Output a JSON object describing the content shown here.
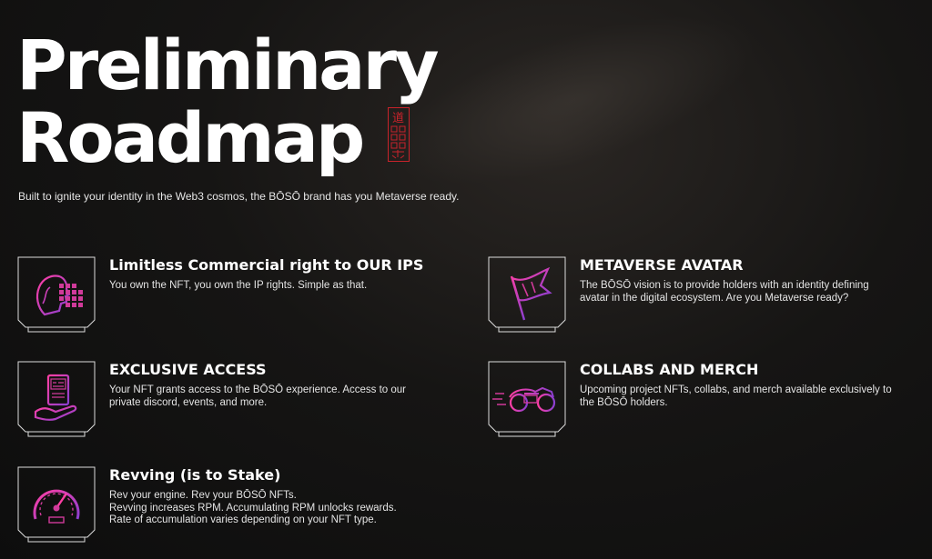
{
  "header": {
    "title_line1": "Preliminary",
    "title_line2": "Roadmap",
    "subtitle": "Built to ignite your identity in the Web3 cosmos, the BŌSŌ brand has you Metaverse ready."
  },
  "seal_text": "道",
  "items": [
    {
      "title": "Limitless Commercial right to OUR IPS",
      "desc": [
        "You own the NFT, you own the IP rights. Simple as that."
      ],
      "icon": "head-grid-icon"
    },
    {
      "title": "METAVERSE AVATAR",
      "desc": [
        "The BŌSŌ vision is to provide holders with an identity defining",
        "avatar in the digital ecosystem. Are you Metaverse ready?"
      ],
      "icon": "flag-icon"
    },
    {
      "title": "EXCLUSIVE ACCESS",
      "desc": [
        "Your NFT grants access to the BŌSŌ experience. Access to our",
        "private discord, events, and more."
      ],
      "icon": "access-card-icon"
    },
    {
      "title": "COLLABS AND MERCH",
      "desc": [
        "Upcoming project NFTs, collabs, and merch available exclusively to",
        "the BŌSŌ holders."
      ],
      "icon": "motorcycle-icon"
    },
    {
      "title": "Revving (is to Stake)",
      "desc": [
        "Rev your engine. Rev your BŌSŌ NFTs.",
        "Revving increases RPM. Accumulating RPM unlocks rewards.",
        "Rate of accumulation varies depending on your NFT type."
      ],
      "icon": "speedometer-icon"
    }
  ],
  "colors": {
    "accent_pink": "#e0339a",
    "accent_purple": "#8a3fd1",
    "seal_red": "#c8232b",
    "frame": "#dcdcdc"
  }
}
